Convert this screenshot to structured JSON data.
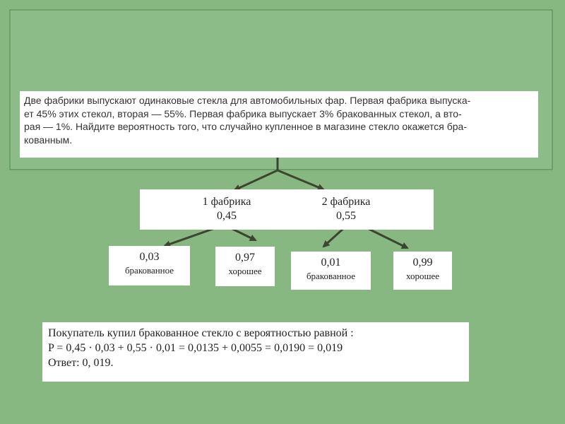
{
  "problem": {
    "line1": "Две фабрики выпускают одинаковые стекла для автомобильных фар. Первая фабрика выпуска-",
    "line2": "ет 45% этих стекол, вторая — 55%. Первая фабрика выпускает 3% бракованных стекол, а вто-",
    "line3": "рая — 1%. Найдите вероятность того, что случайно купленное в магазине стекло окажется бра-",
    "line4": "кованным."
  },
  "factory1": {
    "name": "1 фабрика",
    "prob": "0,45"
  },
  "factory2": {
    "name": "2 фабрика",
    "prob": "0,55"
  },
  "outcomes": [
    {
      "value": "0,03",
      "label": "бракованное"
    },
    {
      "value": "0,97",
      "label": "хорошее"
    },
    {
      "value": "0,01",
      "label": "бракованное"
    },
    {
      "value": "0,99",
      "label": "хорошее"
    }
  ],
  "answer": {
    "line1": "Покупатель купил бракованное  стекло с вероятностью равной :",
    "line2": "P = 0,45 · 0,03 + 0,55 · 0,01 = 0,0135 + 0,0055 = 0,0190 = 0,019",
    "line3": "Ответ: 0, 019."
  },
  "colors": {
    "background": "#87b882",
    "arrow": "#3d4531",
    "box": "#ffffff"
  }
}
